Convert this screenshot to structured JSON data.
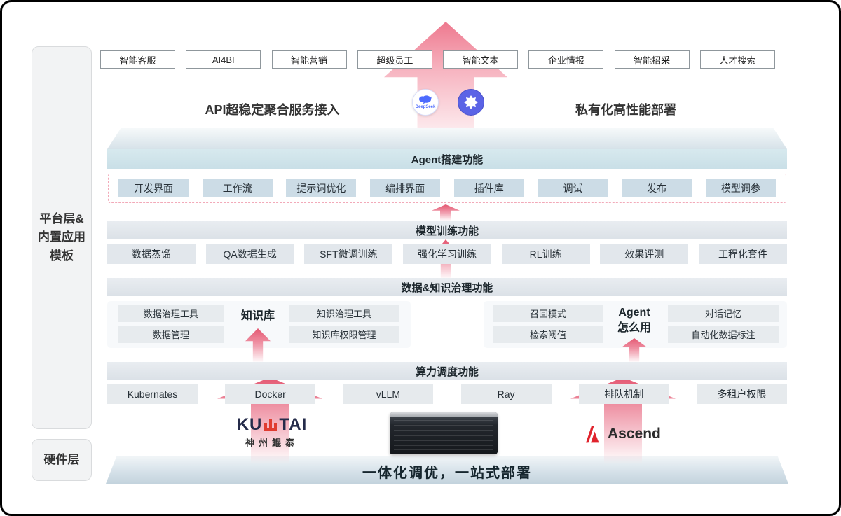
{
  "sidebar": {
    "platform_lines": [
      "平台层&",
      "内置应用",
      "模板"
    ],
    "hardware_label": "硬件层"
  },
  "top_apps": [
    "智能客服",
    "AI4BI",
    "智能营销",
    "超级员工",
    "智能文本",
    "企业情报",
    "智能招采",
    "人才搜索"
  ],
  "access": {
    "left_label": "API超稳定聚合服务接入",
    "right_label": "私有化高性能部署",
    "deepseek_logo": "DeepSeek"
  },
  "agent_section": {
    "title": "Agent搭建功能",
    "items": [
      "开发界面",
      "工作流",
      "提示词优化",
      "编排界面",
      "插件库",
      "调试",
      "发布",
      "模型调参"
    ]
  },
  "training_section": {
    "title": "模型训练功能",
    "items": [
      "数据蒸馏",
      "QA数据生成",
      "SFT微调训练",
      "强化学习训练",
      "RL训练",
      "效果评测",
      "工程化套件"
    ]
  },
  "data_section": {
    "title": "数据&知识治理功能",
    "left_items": [
      "数据治理工具",
      "数据管理"
    ],
    "left_center": "知识库",
    "left_items2": [
      "知识治理工具",
      "知识库权限管理"
    ],
    "right_items": [
      "召回模式",
      "检索阈值"
    ],
    "right_center_lines": [
      "Agent",
      "怎么用"
    ],
    "right_items2": [
      "对话记忆",
      "自动化数据标注"
    ]
  },
  "compute_section": {
    "title": "算力调度功能",
    "items": [
      "Kubernates",
      "Docker",
      "vLLM",
      "Ray",
      "排队机制",
      "多租户权限"
    ]
  },
  "hardware": {
    "kuntai_prefix": "KU",
    "kuntai_suffix": "TAI",
    "kuntai_sub": "神州鲲泰",
    "ascend_label": "Ascend",
    "banner": "一体化调优，一站式部署"
  },
  "colors": {
    "arrow_pink": "#e45872",
    "accent_red": "#e03c31",
    "deepseek_blue": "#4d6bfe"
  }
}
